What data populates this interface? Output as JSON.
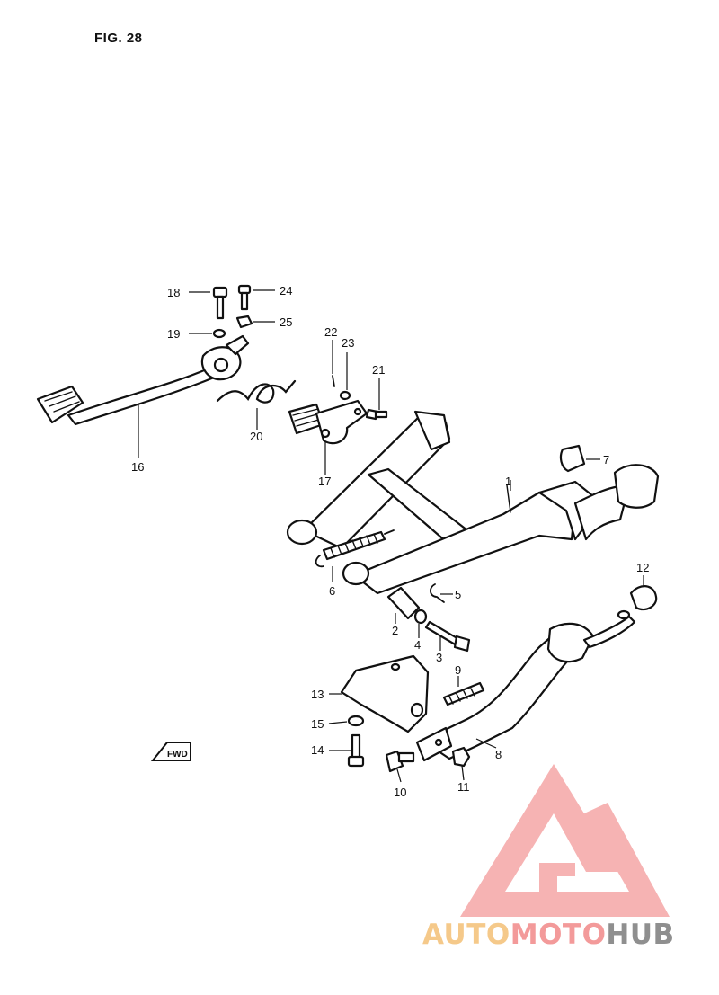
{
  "figure": {
    "title": "FIG. 28"
  },
  "callouts": [
    "1",
    "2",
    "3",
    "4",
    "5",
    "6",
    "7",
    "8",
    "9",
    "10",
    "11",
    "12",
    "13",
    "14",
    "15",
    "16",
    "17",
    "18",
    "19",
    "20",
    "21",
    "22",
    "23",
    "24",
    "25"
  ],
  "badge": {
    "text": "FWD"
  },
  "watermark": {
    "part1": "AUTO",
    "part2": "MOTO",
    "part3": "HUB",
    "colors": {
      "auto": "#f5c98a",
      "moto": "#f39a9a",
      "hub": "#8f8f8f",
      "logo": "#f39a9a"
    }
  }
}
